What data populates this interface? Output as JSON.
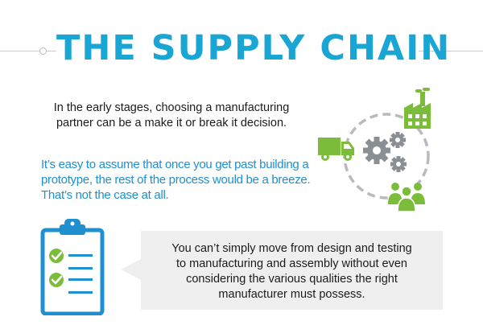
{
  "header": {
    "title": "THE SUPPLY CHAIN"
  },
  "intro": {
    "line1": "In the early stages, choosing a manufacturing",
    "line2": "partner can be a make it or break it decision."
  },
  "detail": {
    "line1": "It’s easy to assume that once you get past building a",
    "line2": "prototype, the rest of the process would be a breeze.",
    "line3": "That’s not the case at all."
  },
  "callout": {
    "line1": "You can’t simply move from design and testing",
    "line2": "to manufacturing and assembly without even",
    "line3": "considering the various qualities the right",
    "line4": "manufacturer must possess."
  },
  "icons": {
    "clipboard": "clipboard-checklist-icon",
    "factory": "factory-icon",
    "truck": "delivery-truck-icon",
    "gears": "gears-icon",
    "people": "people-group-icon"
  },
  "colors": {
    "title": "#19a6d4",
    "detail_text": "#1f8fcf",
    "green": "#7bbd3a",
    "gear_gray": "#8a8f94",
    "clipboard_blue": "#1f8fcf",
    "callout_bg": "#efefef"
  }
}
